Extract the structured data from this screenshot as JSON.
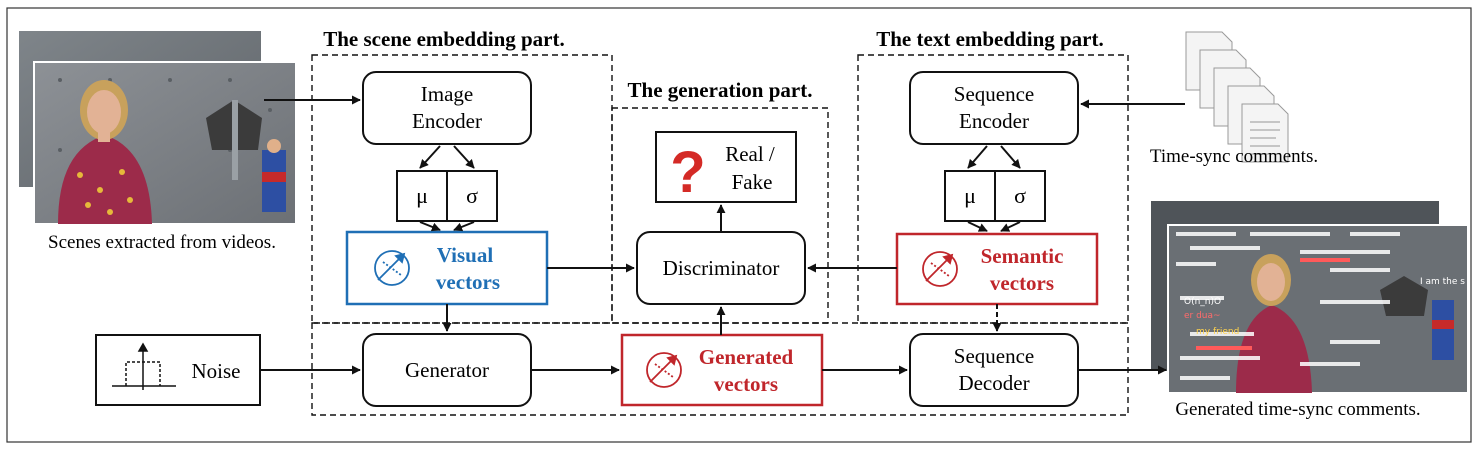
{
  "sections": {
    "scene": "The scene embedding part.",
    "generation": "The generation part.",
    "text": "The text embedding part."
  },
  "nodes": {
    "image_encoder": [
      "Image",
      "Encoder"
    ],
    "sequence_encoder": [
      "Sequence",
      "Encoder"
    ],
    "mu": "μ",
    "sigma": "σ",
    "visual_vectors": [
      "Visual",
      "vectors"
    ],
    "semantic_vectors": [
      "Semantic",
      "vectors"
    ],
    "discriminator": "Discriminator",
    "real_fake": [
      "Real /",
      "Fake"
    ],
    "noise": "Noise",
    "generator": "Generator",
    "generated_vectors": [
      "Generated",
      "vectors"
    ],
    "sequence_decoder": [
      "Sequence",
      "Decoder"
    ]
  },
  "captions": {
    "scenes": "Scenes extracted from videos.",
    "comments": "Time-sync comments.",
    "generated_comments": "Generated time-sync comments."
  },
  "overlay_comments": [
    "er dua~",
    "my friend",
    "O(n_n)O",
    "I am the s"
  ],
  "colors": {
    "visual": "#1f6fb5",
    "semantic": "#c0262b",
    "generated": "#c0262b",
    "question": "#d42a26"
  }
}
